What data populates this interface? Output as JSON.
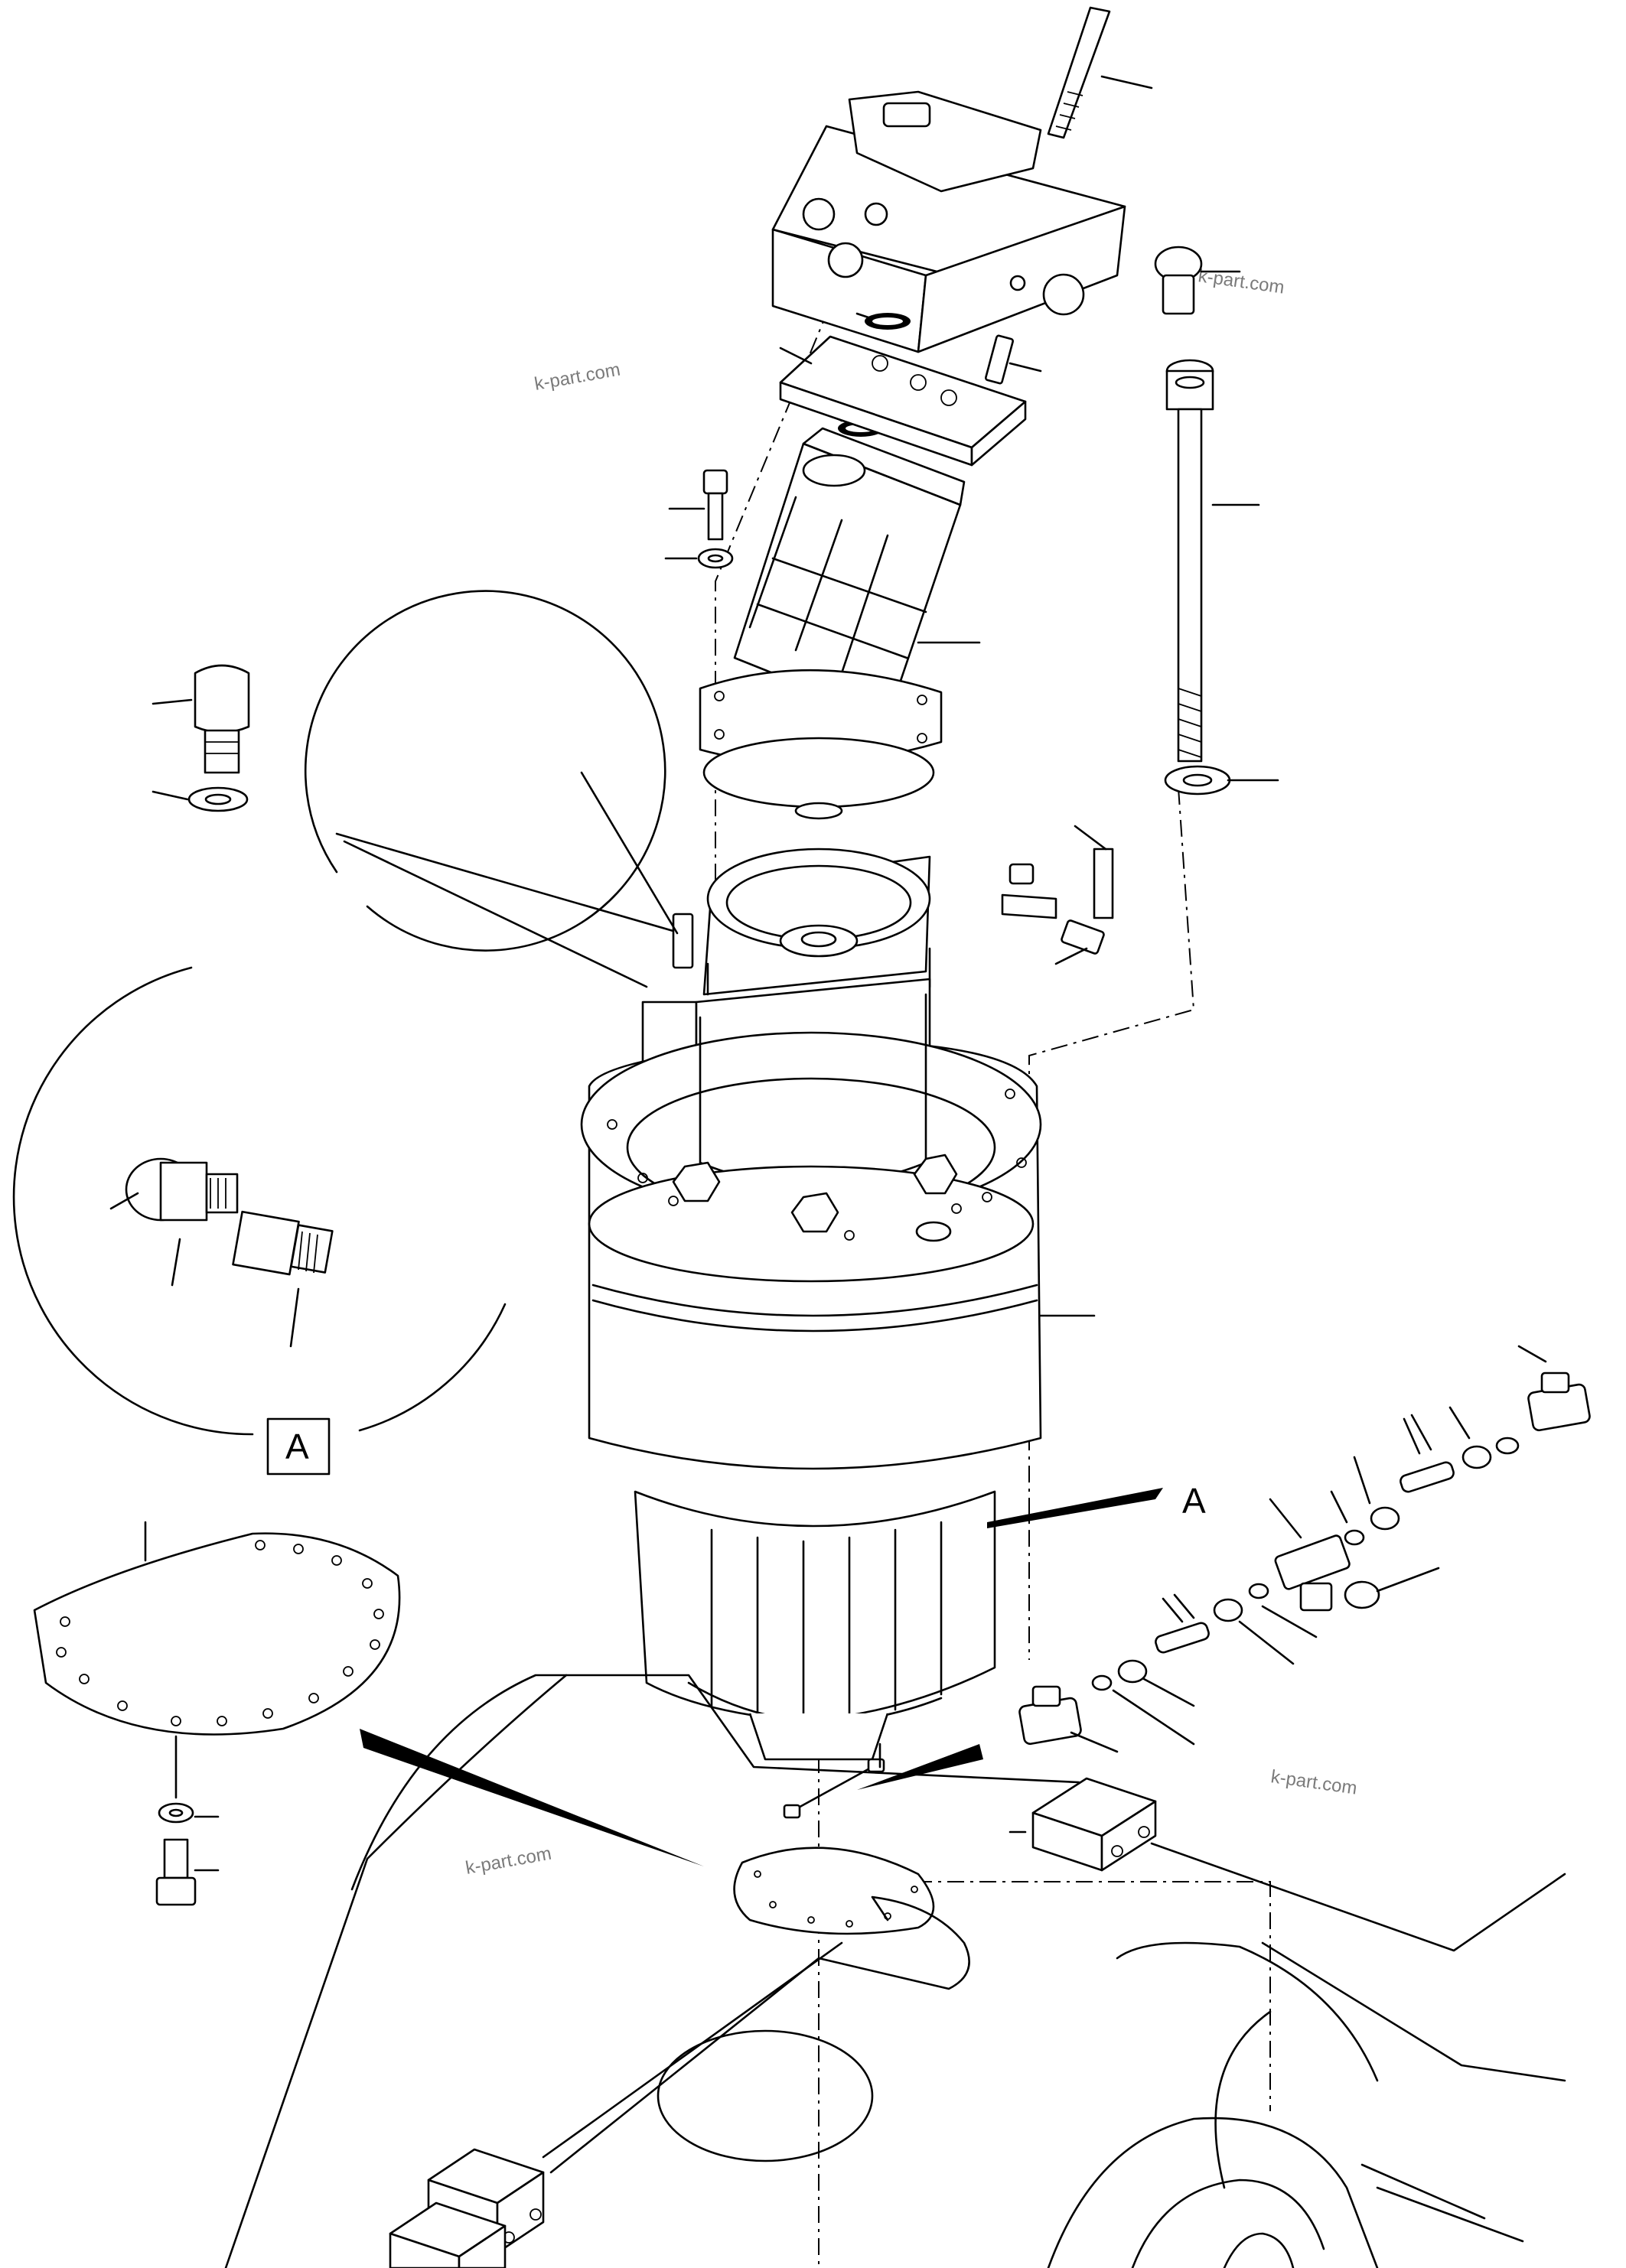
{
  "watermarks": [
    "k-part.com",
    "k-part.com",
    "k-part.com",
    "k-part.com"
  ],
  "callouts": {
    "detail_box_label": "A",
    "arrow_label": "A"
  },
  "colors": {
    "line": "#000000",
    "background": "#ffffff",
    "watermark": "#7a7a7a"
  }
}
